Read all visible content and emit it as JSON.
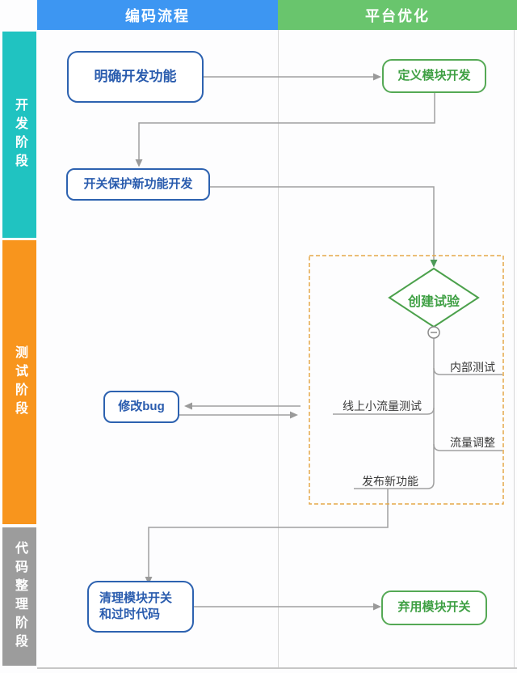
{
  "lanes": [
    {
      "title": "编码流程",
      "color": "#3d96f2"
    },
    {
      "title": "平台优化",
      "color": "#69c56d"
    }
  ],
  "stages": [
    {
      "label": "开发阶段",
      "color": "#20c3c1"
    },
    {
      "label": "测试阶段",
      "color": "#f8951d"
    },
    {
      "label": "代码整理阶段",
      "color": "#9c9c9c"
    }
  ],
  "nodes": {
    "clarify": {
      "label": "明确开发功能",
      "style": "blue-rounded"
    },
    "define_module": {
      "label": "定义模块开发",
      "style": "green-rounded"
    },
    "switch_protect": {
      "label": "开关保护新功能开发",
      "style": "blue-rounded"
    },
    "create_experiment": {
      "label": "创建试验",
      "style": "green-diamond"
    },
    "fix_bug": {
      "label": "修改bug",
      "style": "blue-rounded"
    },
    "cleanup": {
      "label_line1": "清理模块开关",
      "label_line2": "和过时代码",
      "style": "blue-rounded"
    },
    "deprecate": {
      "label": "弃用模块开关",
      "style": "green-rounded"
    }
  },
  "branch_labels": {
    "internal_test": "内部测试",
    "small_traffic_test": "线上小流量测试",
    "traffic_adjust": "流量调整",
    "release_feature": "发布新功能"
  },
  "icons": {
    "collapse": "minus-in-circle"
  },
  "edges": [
    {
      "from": "clarify",
      "to": "define_module"
    },
    {
      "from": "define_module",
      "to": "switch_protect"
    },
    {
      "from": "switch_protect",
      "to": "create_experiment"
    },
    {
      "from": "small_traffic_test",
      "to": "fix_bug"
    },
    {
      "from": "fix_bug",
      "to": "small_traffic_test"
    },
    {
      "from": "release_feature",
      "to": "cleanup"
    },
    {
      "from": "cleanup",
      "to": "deprecate"
    }
  ],
  "colors": {
    "blue_node": "#2a5cae",
    "green_node": "#3fa044",
    "connector": "#a0a0a0",
    "dashed_region": "#e5a848",
    "lane_border": "#d8d8d8"
  }
}
